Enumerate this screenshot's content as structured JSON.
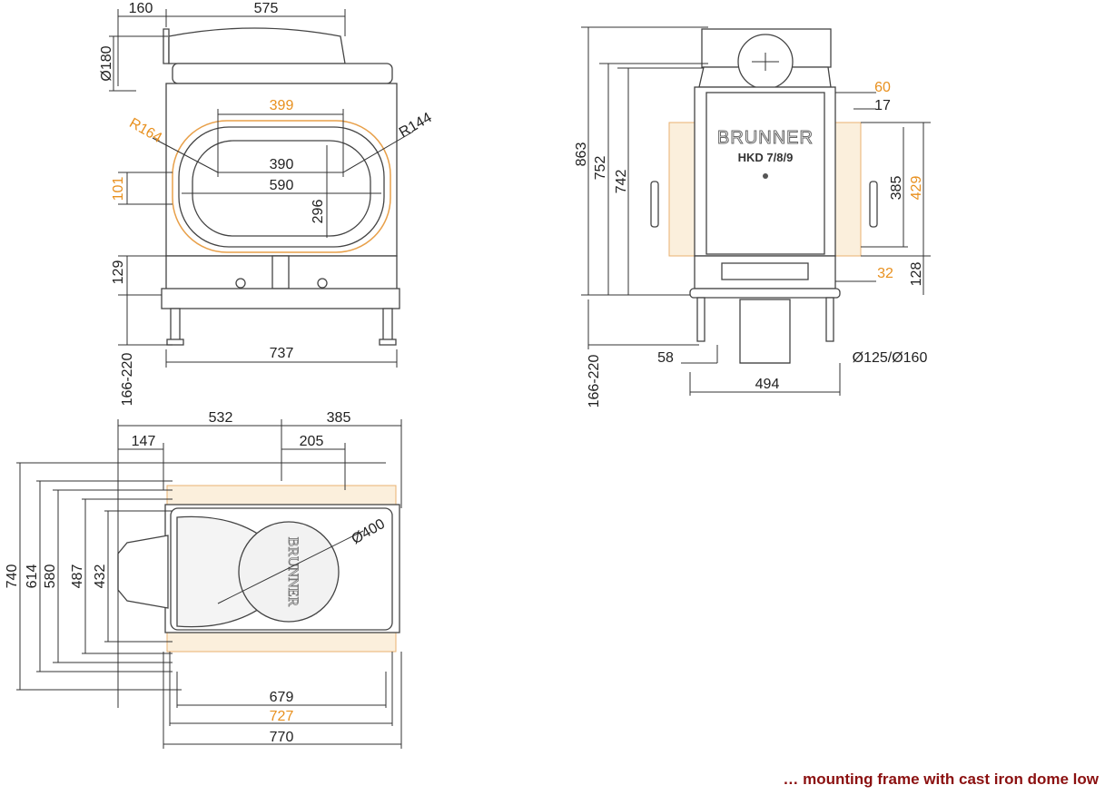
{
  "front_view": {
    "dims": {
      "d160": "160",
      "d575": "575",
      "d180": "Ø180",
      "d399": "399",
      "r164": "R164",
      "r144": "R144",
      "d390": "390",
      "d590": "590",
      "d101": "101",
      "d296": "296",
      "d129": "129",
      "d166": "166-220",
      "d737": "737"
    }
  },
  "side_view": {
    "brand": "BRUNNER",
    "model": "HKD 7/8/9",
    "dims": {
      "d863": "863",
      "d752": "752",
      "d742": "742",
      "d60": "60",
      "d17": "17",
      "d385": "385",
      "d429": "429",
      "d32": "32",
      "d128": "128",
      "d58": "58",
      "flue": "Ø125/Ø160",
      "d494": "494",
      "d166": "166-220"
    }
  },
  "top_view": {
    "brand": "BRUNNER",
    "dims": {
      "d532": "532",
      "d385": "385",
      "d147": "147",
      "d205": "205",
      "d400": "Ø400",
      "d740": "740",
      "d614": "614",
      "d580": "580",
      "d487": "487",
      "d432": "432",
      "d679": "679",
      "d727": "727",
      "d770": "770"
    }
  },
  "caption": "… mounting frame with cast iron dome low",
  "colors": {
    "accent": "#e8901e",
    "caption": "#8b1010"
  }
}
